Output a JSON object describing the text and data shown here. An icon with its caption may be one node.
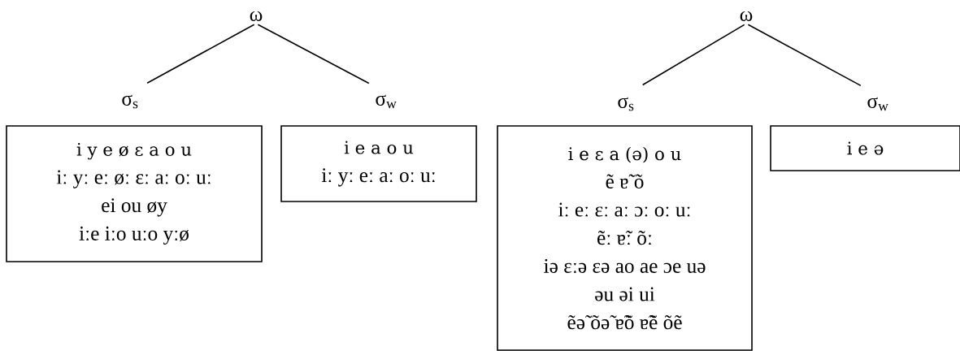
{
  "diagram": {
    "nodes": [
      {
        "text": [
          "ω"
        ]
      },
      {
        "text": [
          "σ$_{s}$"
        ]
      },
      {
        "text": [
          "σ$_{w}$"
        ]
      },
      {
        "text": [
          "i y e ø ɛ a o u",
          "iː yː eː øː ɛː aː oː uː",
          "ei ou øy",
          "iːe iːo uːo yːø"
        ]
      },
      {
        "text": [
          "i e a o u",
          "iː yː eː aː oː uː"
        ]
      },
      {
        "text": [
          "ω"
        ]
      },
      {
        "text": [
          "σ$_{s}$"
        ]
      },
      {
        "text": [
          "σ$_{w}$"
        ]
      },
      {
        "text": [
          "i e ɛ a (ə) o u",
          "ẽ ɐ̃ õ",
          "iː eː ɛː aː ɔː oː uː",
          "ẽː ɐ̃ː õː",
          "iə ɛːə ɛə ao ae ɔe uə",
          "əu əi ui",
          "ẽə̃ õə̃ ɐ̃õ ɐ̃ẽ õẽ"
        ]
      },
      {
        "text": [
          "i e ə"
        ]
      }
    ],
    "edges": [
      {
        "from": 0,
        "to": 1,
        "arrow": "none"
      },
      {
        "from": 0,
        "to": 2,
        "arrow": "none"
      },
      {
        "from": 5,
        "to": 6,
        "arrow": "none"
      },
      {
        "from": 5,
        "to": 7,
        "arrow": "none"
      }
    ]
  }
}
